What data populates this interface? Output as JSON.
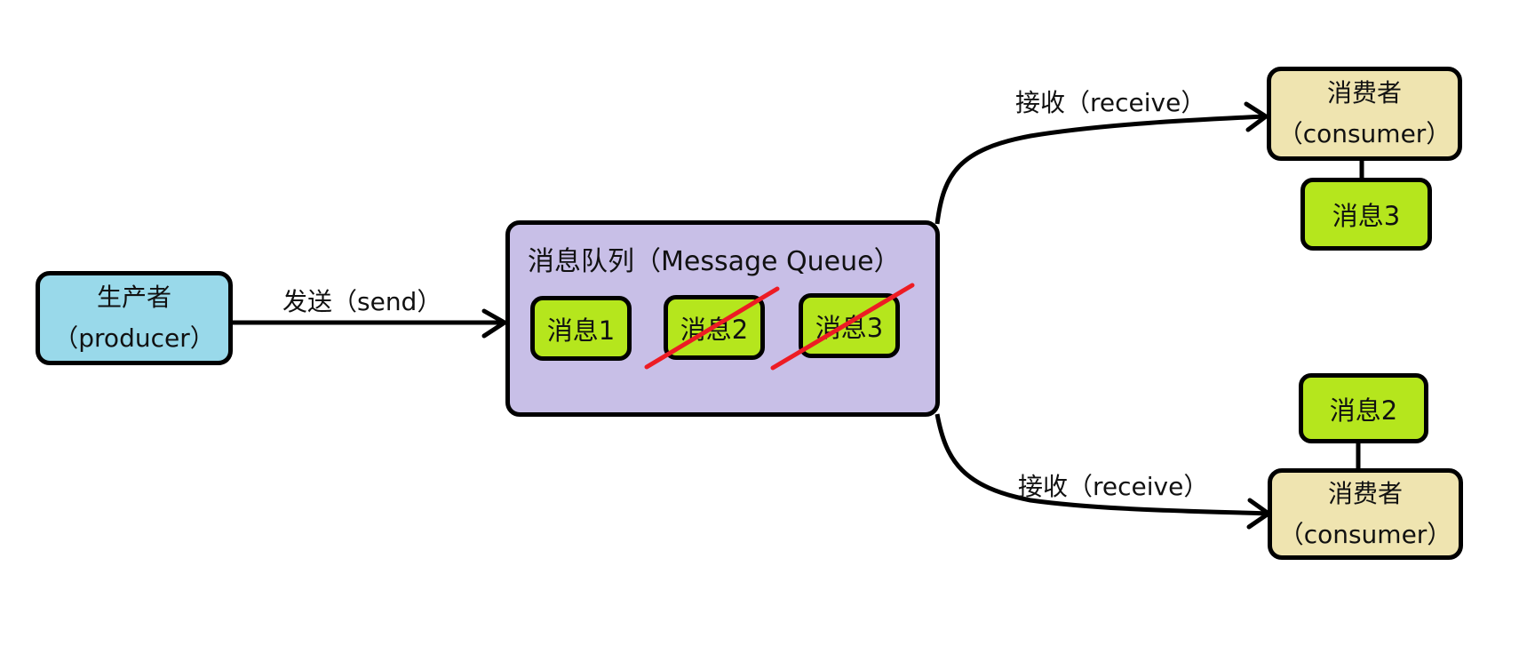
{
  "producer": {
    "title": "生产者",
    "subtitle": "（producer）"
  },
  "send_edge": {
    "label": "发送（send）"
  },
  "queue": {
    "title": "消息队列（Message Queue）",
    "messages": [
      {
        "label": "消息1",
        "consumed": false
      },
      {
        "label": "消息2",
        "consumed": true
      },
      {
        "label": "消息3",
        "consumed": true
      }
    ]
  },
  "consumers": [
    {
      "title": "消费者",
      "subtitle": "（consumer）",
      "edge_label": "接收（receive）",
      "received_message": "消息3"
    },
    {
      "title": "消费者",
      "subtitle": "（consumer）",
      "edge_label": "接收（receive）",
      "received_message": "消息2"
    }
  ],
  "colors": {
    "producer": "#99d9ea",
    "queue": "#c8bfe7",
    "message": "#b5e61d",
    "consumer": "#efe4b0",
    "strike": "#ed1c24",
    "stroke": "#000000"
  }
}
